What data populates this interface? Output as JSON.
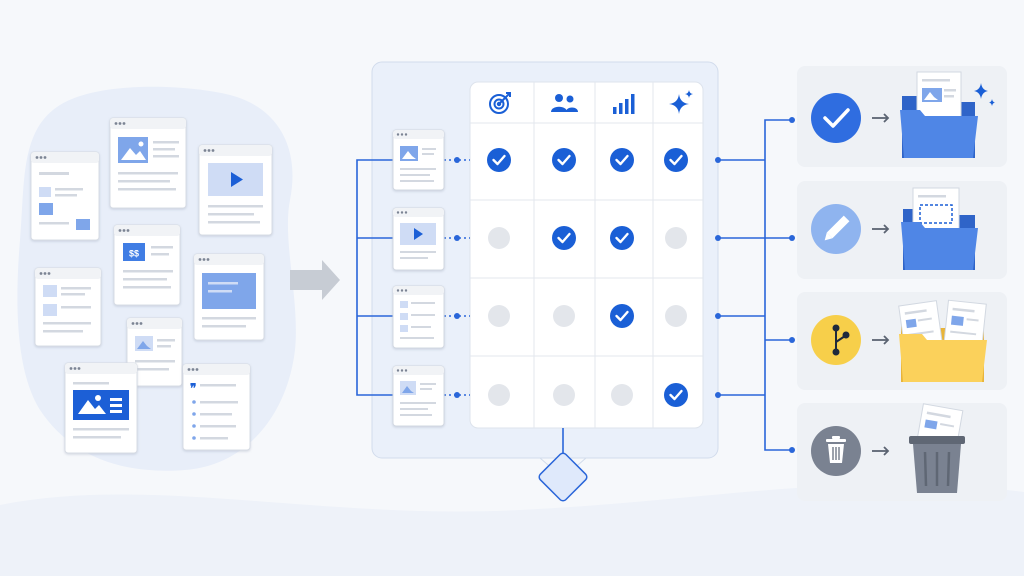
{
  "colors": {
    "background": "#f6f8fb",
    "blob": "#e8eef9",
    "accent_blue": "#1a5fd6",
    "light_blue": "#8fb4ef",
    "line_blue": "#2a66d9",
    "gray_dot": "#e3e6eb",
    "yellow": "#f7cf4a",
    "folder_blue": "#4f86e6",
    "folder_yellow": "#fbd15b",
    "trash_gray": "#7a8291"
  },
  "matrix": {
    "columns": [
      {
        "name": "goal",
        "icon": "target-icon"
      },
      {
        "name": "audience",
        "icon": "people-icon"
      },
      {
        "name": "performance",
        "icon": "bar-chart-icon"
      },
      {
        "name": "quality",
        "icon": "sparkle-icon"
      }
    ],
    "rows": [
      {
        "doc": "image-doc",
        "checks": [
          true,
          true,
          true,
          true
        ]
      },
      {
        "doc": "video-doc",
        "checks": [
          false,
          true,
          true,
          false
        ]
      },
      {
        "doc": "text-doc",
        "checks": [
          false,
          false,
          true,
          false
        ]
      },
      {
        "doc": "image-text-doc",
        "checks": [
          false,
          false,
          false,
          true
        ]
      }
    ]
  },
  "outcomes": [
    {
      "name": "approve",
      "icon": "check-circle-icon",
      "target": "blue-folder-icon"
    },
    {
      "name": "edit",
      "icon": "pencil-icon",
      "target": "blue-folder-icon"
    },
    {
      "name": "branch",
      "icon": "branch-icon",
      "target": "yellow-folder-icon"
    },
    {
      "name": "delete",
      "icon": "trash-icon",
      "target": "trash-bin-icon"
    }
  ]
}
